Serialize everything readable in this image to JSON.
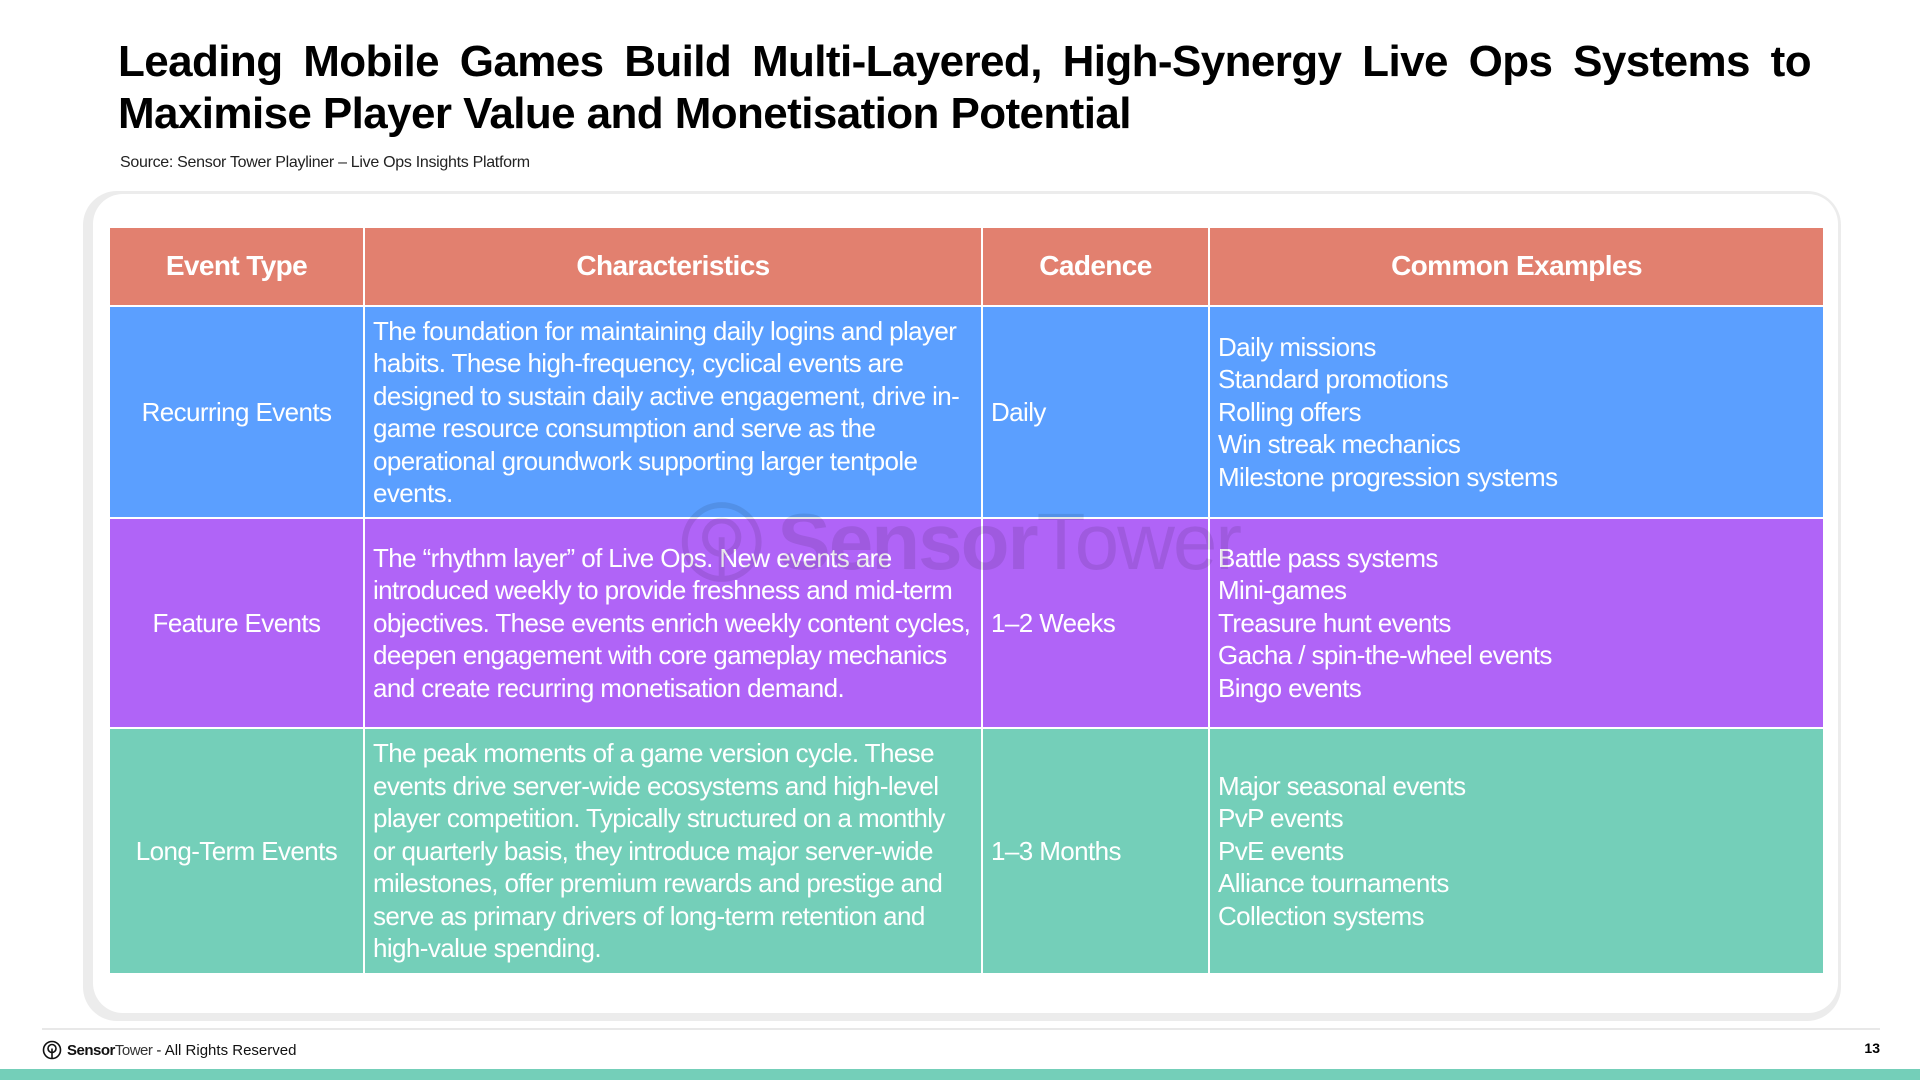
{
  "header": {
    "title": "Leading Mobile Games Build Multi-Layered, High-Synergy Live Ops Systems to Maximise Player Value and Monetisation Potential",
    "source": "Source: Sensor Tower Playliner – Live Ops Insights Platform"
  },
  "table": {
    "columns": [
      "Event Type",
      "Characteristics",
      "Cadence",
      "Common Examples"
    ],
    "rows": [
      {
        "event_type": "Recurring Events",
        "characteristics": "The foundation for maintaining daily logins and player habits. These high-frequency, cyclical events are designed to sustain daily active engagement, drive in-game resource consumption and serve as the operational groundwork supporting larger tentpole events.",
        "cadence": "Daily",
        "examples": [
          "Daily missions",
          "Standard promotions",
          "Rolling offers",
          "Win streak mechanics",
          "Milestone progression systems"
        ],
        "color": "#5B9FFF"
      },
      {
        "event_type": "Feature Events",
        "characteristics": "The “rhythm layer” of Live Ops. New events are introduced weekly to provide freshness and mid-term objectives. These events enrich weekly content cycles, deepen engagement with core gameplay mechanics and create recurring monetisation demand.",
        "cadence": "1–2 Weeks",
        "examples": [
          "Battle pass systems",
          "Mini-games",
          "Treasure hunt events",
          "Gacha / spin-the-wheel events",
          "Bingo events"
        ],
        "color": "#B064F7"
      },
      {
        "event_type": "Long-Term Events",
        "characteristics": "The peak moments of a game version cycle. These events drive server-wide ecosystems and high-level player competition. Typically structured on a monthly or quarterly basis, they introduce major server-wide milestones, offer premium rewards and prestige and serve as primary drivers of long-term retention and high-value spending.",
        "cadence": "1–3 Months",
        "examples": [
          "Major seasonal events",
          "PvP events",
          "PvE events",
          "Alliance tournaments",
          "Collection systems"
        ],
        "color": "#74CFB9"
      }
    ],
    "header_color": "#E2806F"
  },
  "watermark": {
    "bold": "Sensor",
    "regular": "Tower"
  },
  "footer": {
    "brand_bold": "Sensor",
    "brand_regular": "Tower",
    "rights": "- All Rights Reserved",
    "page_number": "13"
  },
  "colors": {
    "accent_teal": "#74CFB9"
  }
}
